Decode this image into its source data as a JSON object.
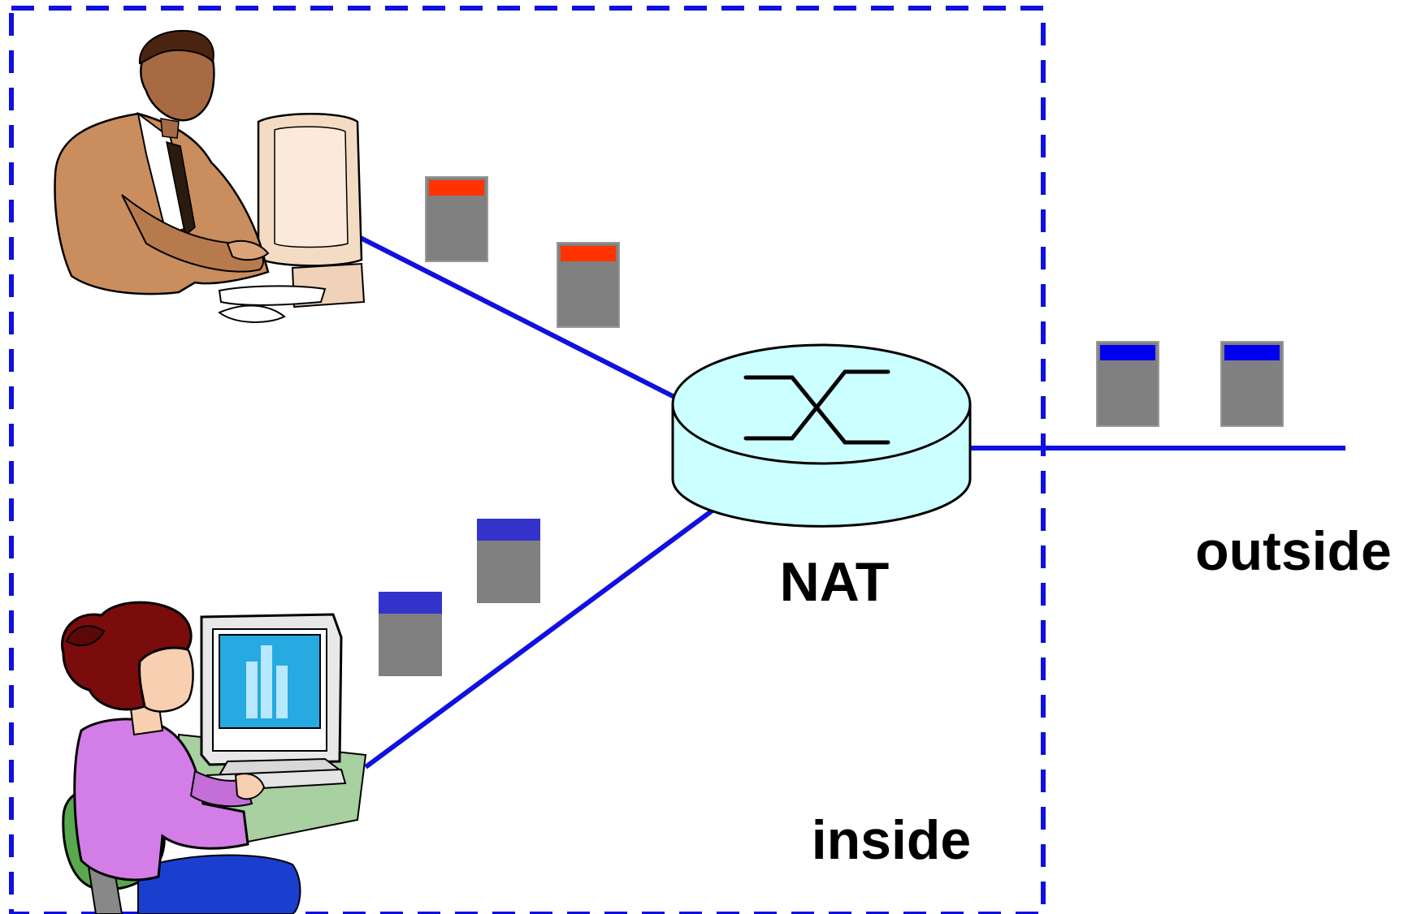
{
  "labels": {
    "nat": "NAT",
    "inside": "inside",
    "outside": "outside"
  },
  "colors": {
    "boundary": "#1010e0",
    "link": "#1010e0",
    "router_fill": "#ccffff",
    "router_stroke": "#000000",
    "packet_body": "#808080",
    "packet_header_private": "#ff3300",
    "packet_header_inside_translated": "#3333cc",
    "packet_header_outside": "#0000ee"
  },
  "icons": {
    "router": "nat-router-icon",
    "host_top": "man-at-computer-icon",
    "host_bottom": "woman-at-computer-icon",
    "packet": "packet-icon"
  }
}
